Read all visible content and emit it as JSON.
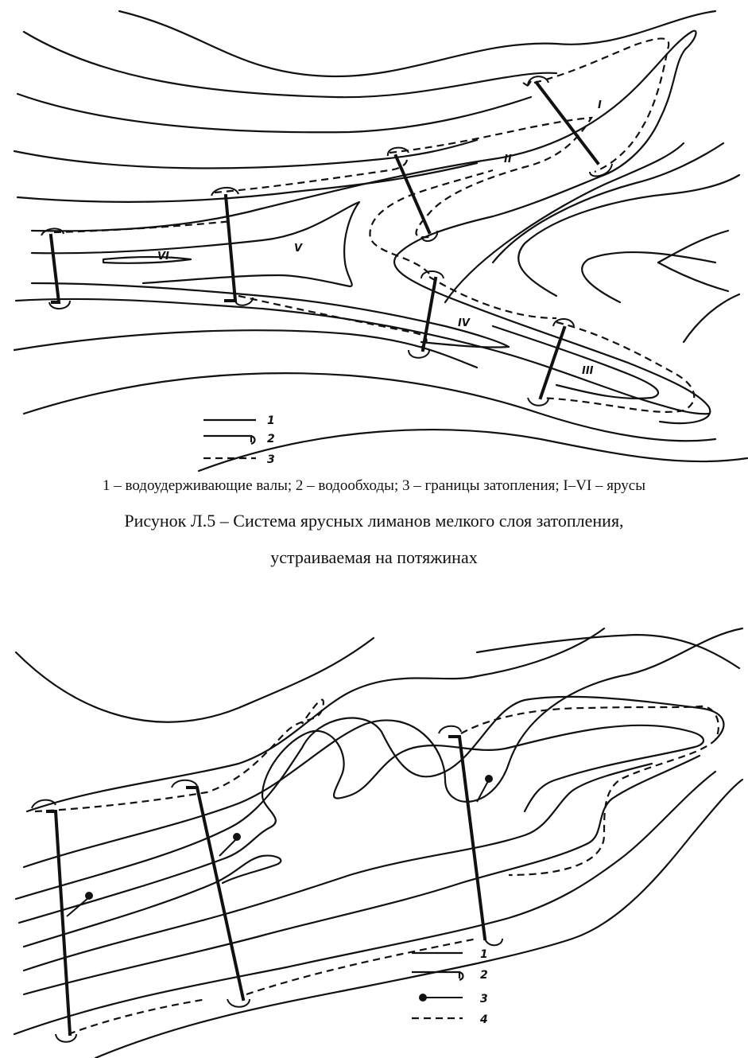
{
  "figure1": {
    "tiers": [
      "I",
      "II",
      "III",
      "IV",
      "V",
      "VI"
    ],
    "legend": [
      "1",
      "2",
      "3"
    ],
    "legend_note": "1 – водоудерживающие валы; 2 – водообходы; 3 – границы затопления; I–VI – ярусы",
    "caption_title": "Рисунок Л.5 – Система ярусных лиманов мелкого слоя затопления,",
    "caption_subtitle": "устраиваемая на потяжинах"
  },
  "figure2": {
    "legend": [
      "1",
      "2",
      "3",
      "4"
    ]
  },
  "icons": [
    "water-bypass-icon",
    "outlet-pipe-icon"
  ]
}
